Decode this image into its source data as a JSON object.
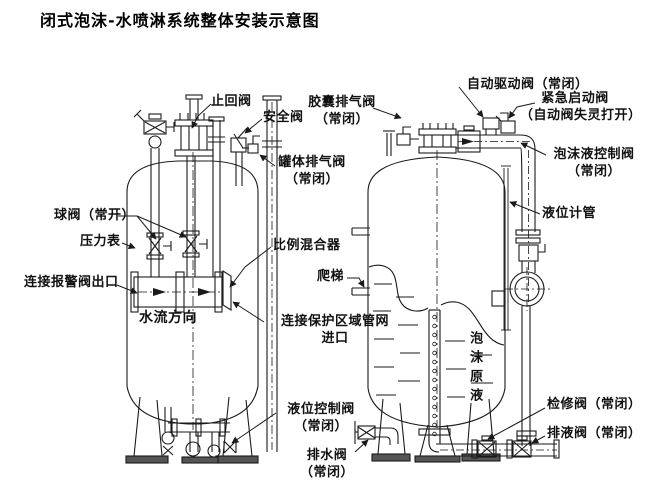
{
  "page": {
    "background": "#ffffff",
    "line_color": "#1a1a1a"
  },
  "title": "闭式泡沫-水喷淋系统整体安装示意图",
  "labels": {
    "check_valve": "止回阀",
    "safety_valve": "安全阀",
    "tank_vent_valve": {
      "line1": "罐体排气阀",
      "line2": "（常闭）"
    },
    "bladder_vent_valve": {
      "line1": "胶囊排气阀",
      "line2": "（常闭）"
    },
    "auto_drive_valve": "自动驱动阀（常闭）",
    "emergency_start_valve": {
      "line1": "紧急启动阀",
      "line2": "（自动阀失灵打开）"
    },
    "foam_liquid_control_valve": {
      "line1": "泡沫液控制阀",
      "line2": "（常闭）"
    },
    "level_gauge_pipe": "液位计管",
    "ball_valve": "球阀（常开）",
    "pressure_gauge": "压力表",
    "alarm_valve_outlet": "连接报警阀出口",
    "water_flow_direction": "水流方向",
    "proportioner": "比例混合器",
    "ladder": "爬梯",
    "protection_network_inlet": {
      "line1": "连接保护区域管网",
      "line2": "进口"
    },
    "level_control_valve": {
      "line1": "液位控制阀",
      "line2": "（常闭）"
    },
    "drain_valve": {
      "line1": "排水阀",
      "line2": "（常闭）"
    },
    "foam_concentrate": "泡沫原液",
    "maintenance_valve": "检修阀（常闭）",
    "liquid_discharge_valve": "排液阀（常闭）"
  }
}
